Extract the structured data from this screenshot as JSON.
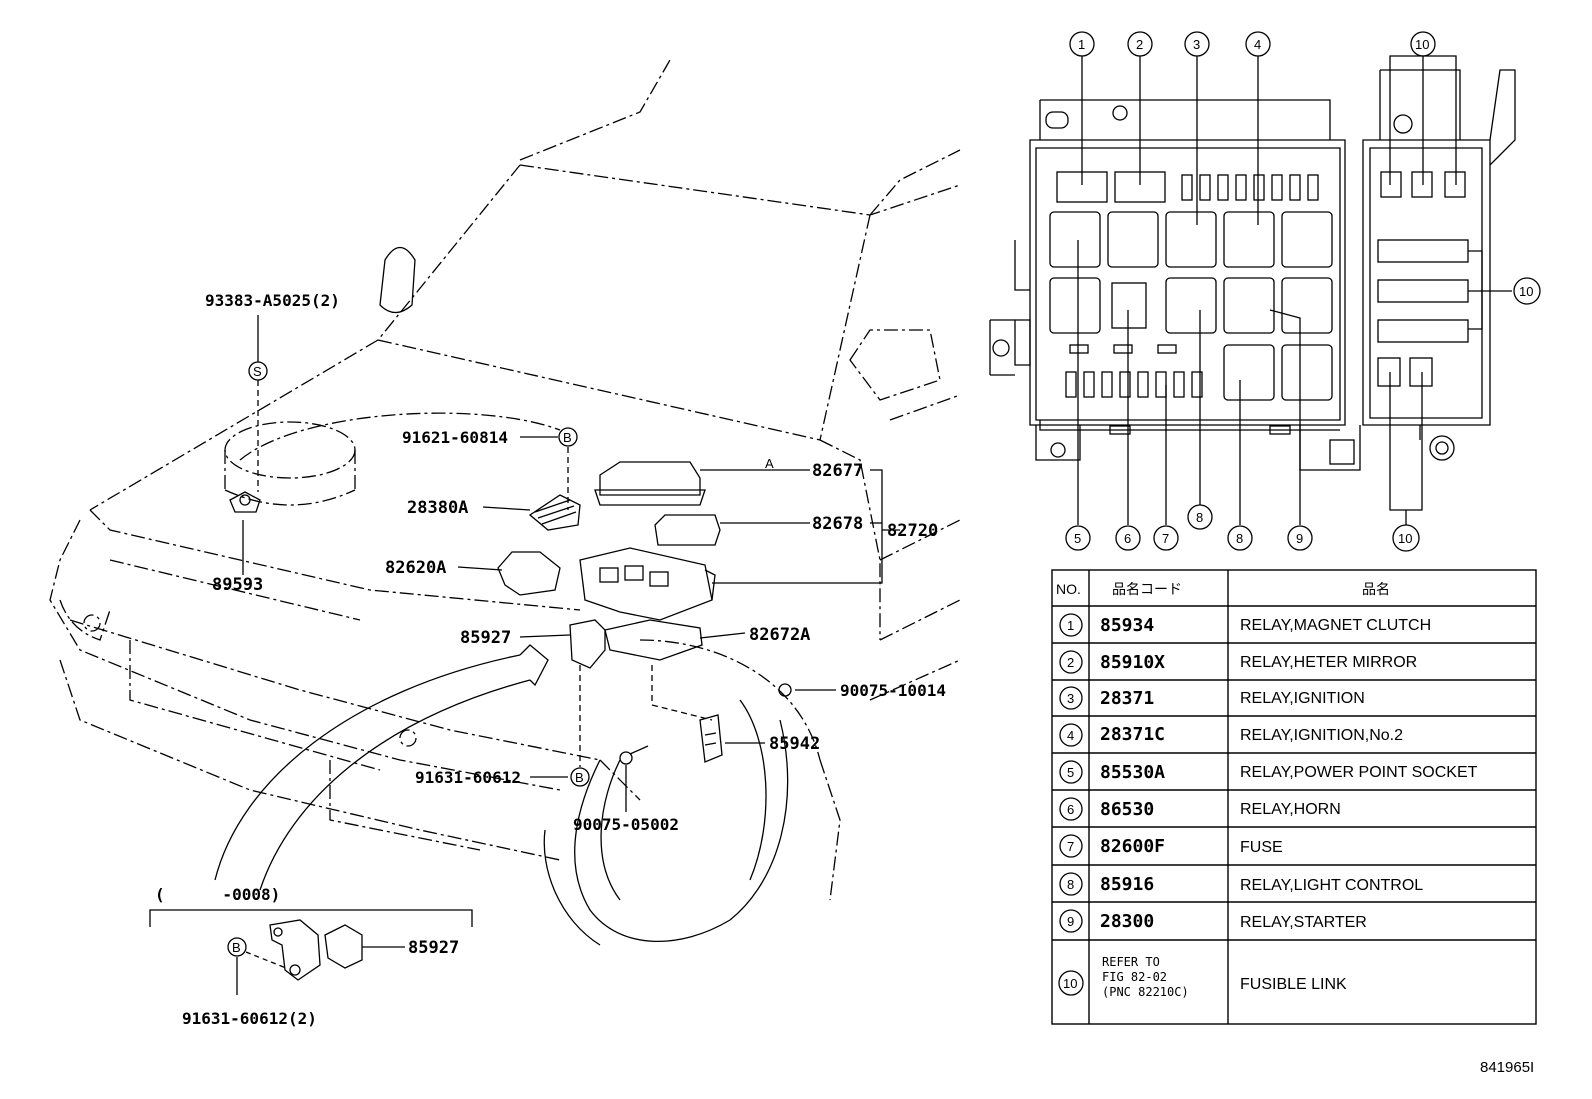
{
  "diagram": {
    "parts": {
      "p_93383": "93383-A5025(2)",
      "p_89593": "89593",
      "p_91621": "91621-60814",
      "p_28380": "28380A",
      "p_82620": "82620A",
      "p_85927": "85927",
      "p_82677": "82677",
      "p_82678": "82678",
      "p_82720": "82720",
      "p_82672": "82672A",
      "p_90075_10014": "90075-10014",
      "p_85942": "85942",
      "p_91631": "91631-60612",
      "p_90075_05002": "90075-05002",
      "p_85927_b": "85927",
      "p_91631_2": "91631-60612(2)",
      "p_0008": "(      -0008)"
    },
    "callout_letters": {
      "s": "S",
      "b": "B",
      "a": "A"
    },
    "fuse_box_callouts": [
      "1",
      "2",
      "3",
      "4",
      "5",
      "6",
      "7",
      "8",
      "8",
      "9",
      "10",
      "10",
      "10"
    ],
    "figure_id": "841965I"
  },
  "table": {
    "headers": [
      "NO.",
      "品名コード",
      "品名"
    ],
    "rows": [
      {
        "no": "1",
        "code": "85934",
        "name": "RELAY,MAGNET CLUTCH"
      },
      {
        "no": "2",
        "code": "85910X",
        "name": "RELAY,HETER MIRROR"
      },
      {
        "no": "3",
        "code": "28371",
        "name": "RELAY,IGNITION"
      },
      {
        "no": "4",
        "code": "28371C",
        "name": "RELAY,IGNITION,No.2"
      },
      {
        "no": "5",
        "code": "85530A",
        "name": "RELAY,POWER POINT SOCKET"
      },
      {
        "no": "6",
        "code": "86530",
        "name": "RELAY,HORN"
      },
      {
        "no": "7",
        "code": "82600F",
        "name": "FUSE"
      },
      {
        "no": "8",
        "code": "85916",
        "name": "RELAY,LIGHT CONTROL"
      },
      {
        "no": "9",
        "code": "28300",
        "name": "RELAY,STARTER"
      },
      {
        "no": "10",
        "code_lines": [
          "REFER TO",
          "FIG 82-02",
          "(PNC 82210C)"
        ],
        "name": "FUSIBLE LINK"
      }
    ]
  }
}
